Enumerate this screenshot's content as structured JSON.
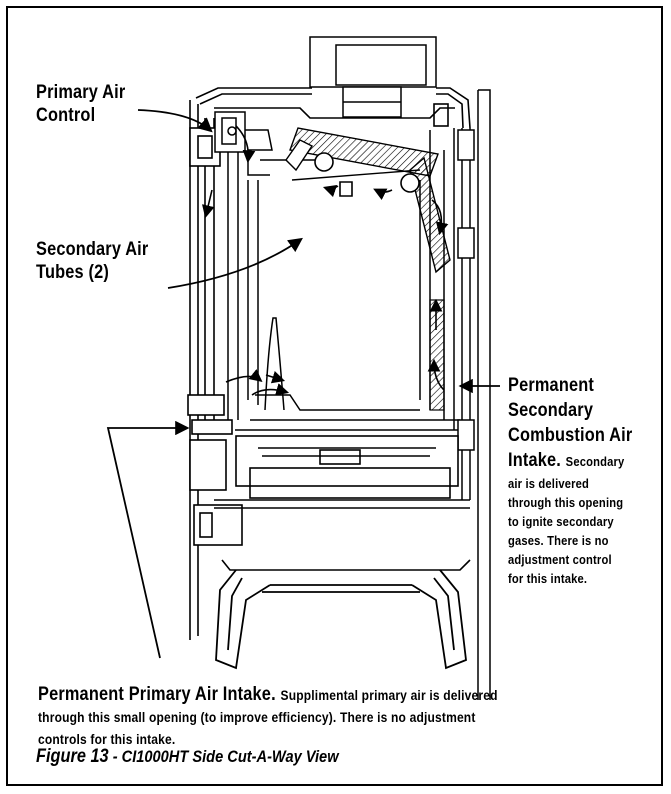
{
  "labels": {
    "primary_air_control": [
      "Primary Air",
      "Control"
    ],
    "secondary_air_tubes": [
      "Secondary Air",
      "Tubes (2)"
    ],
    "perm_secondary": {
      "heading": [
        "Permanent",
        "Secondary",
        "Combustion Air"
      ],
      "lead": "Intake.",
      "desc_first": "Secondary",
      "desc_lines": [
        "air is delivered",
        "through this opening",
        "to ignite secondary",
        "gases. There is no",
        "adjustment control",
        "for this intake."
      ]
    },
    "perm_primary": {
      "heading": "Permanent Primary Air Intake.",
      "desc_line1": "Supplimental primary air is delivered",
      "desc_line2": "through this small opening (to improve efficiency). There is no adjustment",
      "desc_line3": "controls for this intake."
    }
  },
  "caption": {
    "figure": "Figure 13",
    "title": " - CI1000HT Side Cut-A-Way View"
  }
}
